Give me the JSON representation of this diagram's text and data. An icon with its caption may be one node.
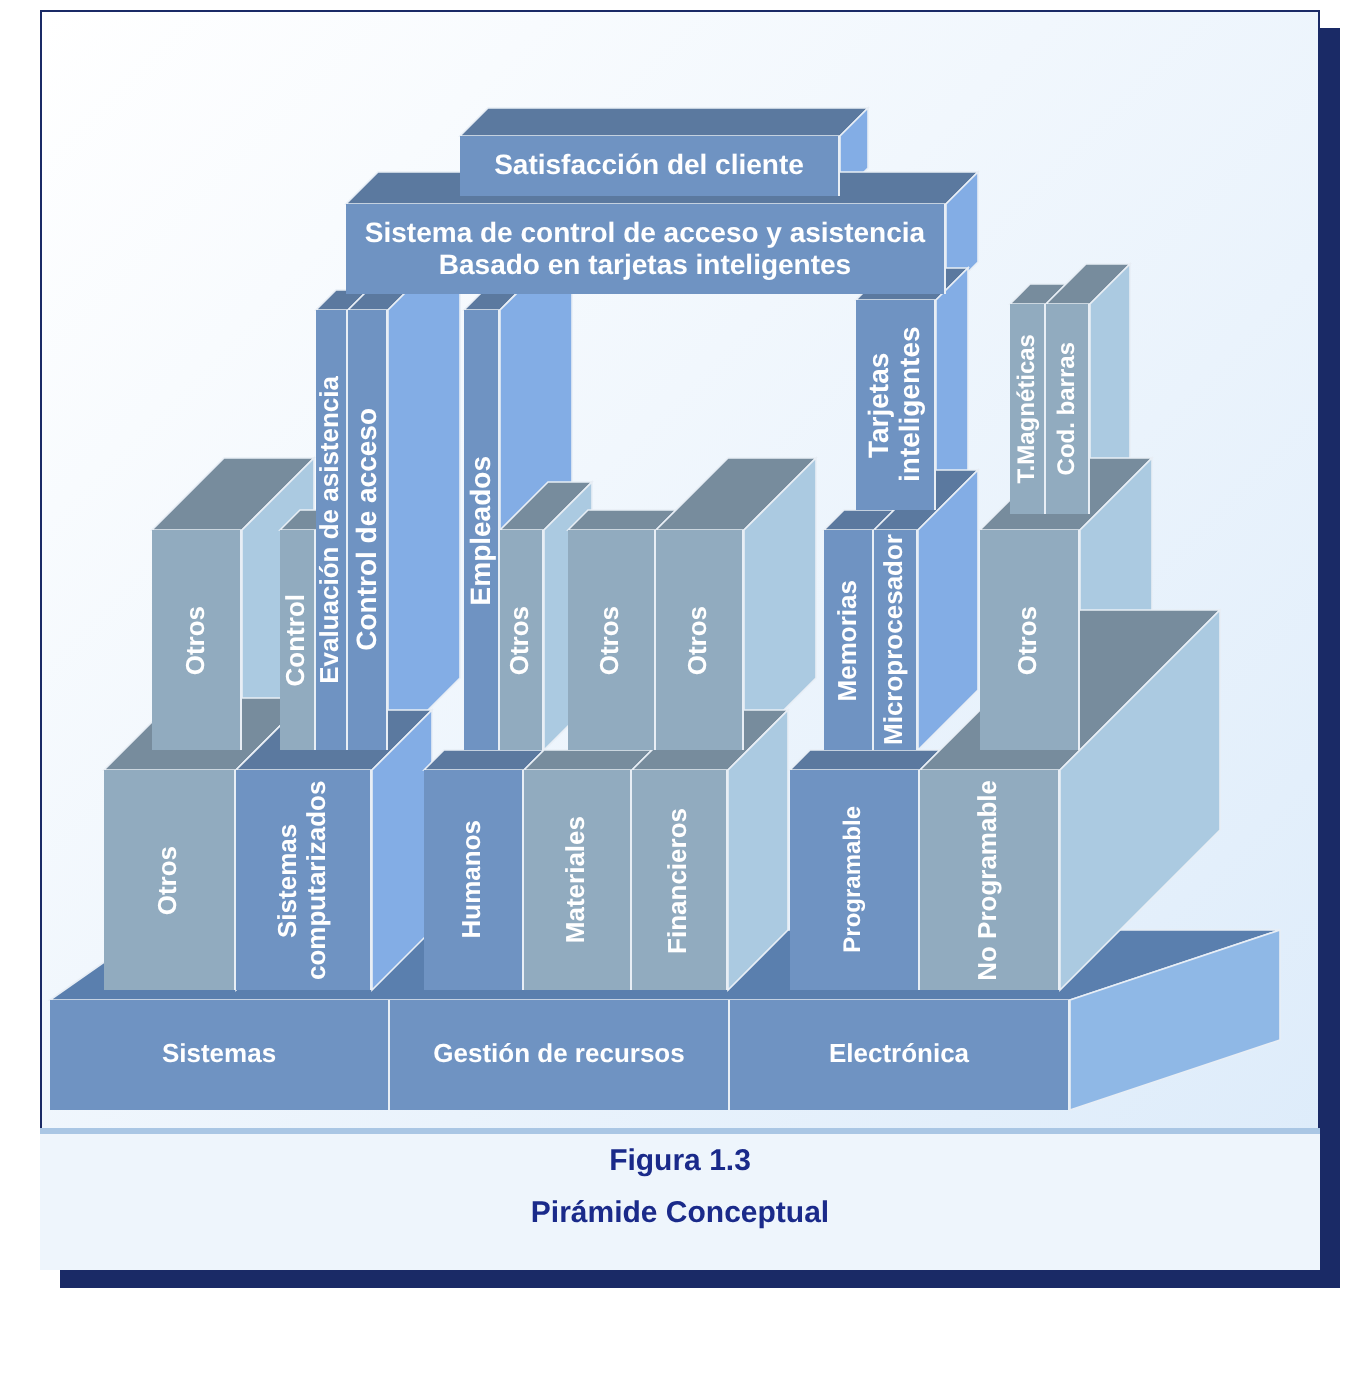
{
  "diagram": {
    "nodes": [
      {
        "text": [
          "Satisfacción del cliente"
        ]
      },
      {
        "text": [
          "Sistema de control de acceso y asistencia Basado en tarjetas inteligentes"
        ]
      },
      {
        "text": [
          "Evaluación de asistencia"
        ]
      },
      {
        "text": [
          "Control de acceso"
        ]
      },
      {
        "text": [
          "Empleados"
        ]
      },
      {
        "text": [
          "Tarjetas inteligentes"
        ]
      },
      {
        "text": [
          "T.Magnéticas"
        ]
      },
      {
        "text": [
          "Cod. barras"
        ]
      },
      {
        "text": [
          "Otros"
        ]
      },
      {
        "text": [
          "Control"
        ]
      },
      {
        "text": [
          "Otros"
        ]
      },
      {
        "text": [
          "Otros"
        ]
      },
      {
        "text": [
          "Otros"
        ]
      },
      {
        "text": [
          "Memorias"
        ]
      },
      {
        "text": [
          "Microprocesador"
        ]
      },
      {
        "text": [
          "Otros"
        ]
      },
      {
        "text": [
          "Otros"
        ]
      },
      {
        "text": [
          "Sistemas computarizados"
        ]
      },
      {
        "text": [
          "Humanos"
        ]
      },
      {
        "text": [
          "Materiales"
        ]
      },
      {
        "text": [
          "Financieros"
        ]
      },
      {
        "text": [
          "Programable"
        ]
      },
      {
        "text": [
          "No Programable"
        ]
      },
      {
        "text": [
          "Sistemas"
        ]
      },
      {
        "text": [
          "Gestión de recursos"
        ]
      },
      {
        "text": [
          "Electrónica"
        ]
      }
    ],
    "labels": [
      "Figura 1.3",
      "Pirámide Conceptual"
    ]
  }
}
